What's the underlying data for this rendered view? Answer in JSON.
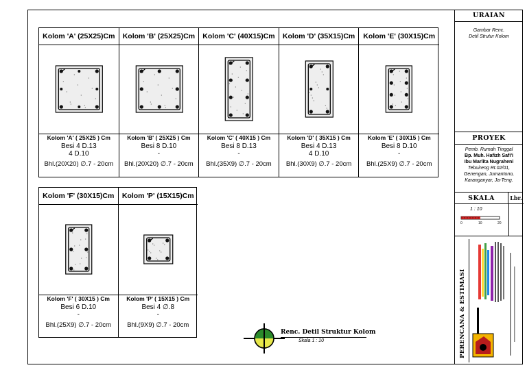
{
  "row1": [
    {
      "header": "Kolom 'A' (25X25)Cm",
      "title": "Kolom 'A' ( 25X25 ) Cm",
      "besi": "Besi 4 D.13",
      "besi2": "4 D.10",
      "bhl": "Bhl.(20X20) ∅.7 - 20cm"
    },
    {
      "header": "Kolom 'B' (25X25)Cm",
      "title": "Kolom 'B' ( 25X25 ) Cm",
      "besi": "Besi 8 D.10",
      "besi2": "-",
      "bhl": "Bhl.(20X20) ∅.7 - 20cm"
    },
    {
      "header": "Kolom 'C' (40X15)Cm",
      "title": "Kolom 'C' ( 40X15 ) Cm",
      "besi": "Besi 8 D.13",
      "besi2": "-",
      "bhl": "Bhl.(35X9) ∅.7 - 20cm"
    },
    {
      "header": "Kolom 'D' (35X15)Cm",
      "title": "Kolom 'D' ( 35X15 ) Cm",
      "besi": "Besi 4 D.13",
      "besi2": "4 D.10",
      "bhl": "Bhl.(30X9) ∅.7 - 20cm"
    },
    {
      "header": "Kolom 'E' (30X15)Cm",
      "title": "Kolom 'E' ( 30X15 ) Cm",
      "besi": "Besi 8 D.10",
      "besi2": "-",
      "bhl": "Bhl.(25X9) ∅.7 - 20cm"
    }
  ],
  "row2": [
    {
      "header": "Kolom 'F' (30X15)Cm",
      "title": "Kolom 'F' ( 30X15 ) Cm",
      "besi": "Besi 6 D.10",
      "besi2": "-",
      "bhl": "Bhl.(25X9) ∅.7 - 20cm"
    },
    {
      "header": "Kolom 'P' (15X15)Cm",
      "title": "Kolom 'P' ( 15X15 ) Cm",
      "besi": "Besi 4 ∅.8",
      "besi2": "-",
      "bhl": "Bhl.(9X9) ∅.7 - 20cm"
    }
  ],
  "drawing_title": "Renc. Detil Struktur Kolom",
  "drawing_scale": "Skala 1 : 10",
  "side": {
    "uraian_title": "URAIAN",
    "uraian_text1": "Gambar Renc.",
    "uraian_text2": "Detil Strutur Kolom",
    "proyek_title": "PROYEK",
    "proyek_l1": "Pemb. Rumah Tinggal",
    "proyek_l2": "Bp. Muh. Hafizh Safi'i",
    "proyek_l3": "Ibu Marlita Nugraheni",
    "proyek_l4": "Tebuireng Rt.02/01,",
    "proyek_l5": "Genengan, Jumantono,",
    "proyek_l6": "Karanganyar, Ja-Teng.",
    "skala_title": "SKALA",
    "lbr_title": "Lbr.",
    "skala_value": "1 : 10",
    "scale_0": "0",
    "scale_10": "10",
    "scale_20": "20",
    "perencana": "PERENCANA & ESTIMASI"
  },
  "colors": {
    "line": "#000000",
    "rebar": "#111111",
    "concrete": "#eeeeee",
    "red": "#cc2222"
  }
}
